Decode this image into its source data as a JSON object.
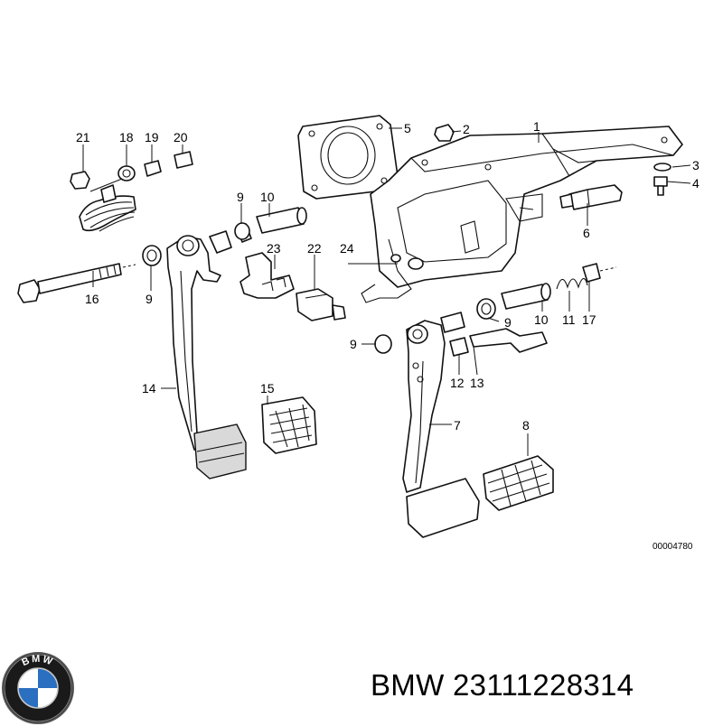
{
  "diagram": {
    "part_numbers": [
      "1",
      "2",
      "3",
      "4",
      "5",
      "6",
      "7",
      "8",
      "9",
      "10",
      "11",
      "12",
      "13",
      "14",
      "15",
      "16",
      "17",
      "18",
      "19",
      "20",
      "21",
      "22",
      "23",
      "24"
    ],
    "extra_labels": {
      "label_9_a": "9",
      "label_9_b": "9",
      "label_9_c": "9",
      "label_9_d": "9",
      "label_10_b": "10"
    },
    "reference_code": "00004780"
  },
  "brand": {
    "logo_text": "BMW",
    "caption": "BMW 23111228314"
  }
}
